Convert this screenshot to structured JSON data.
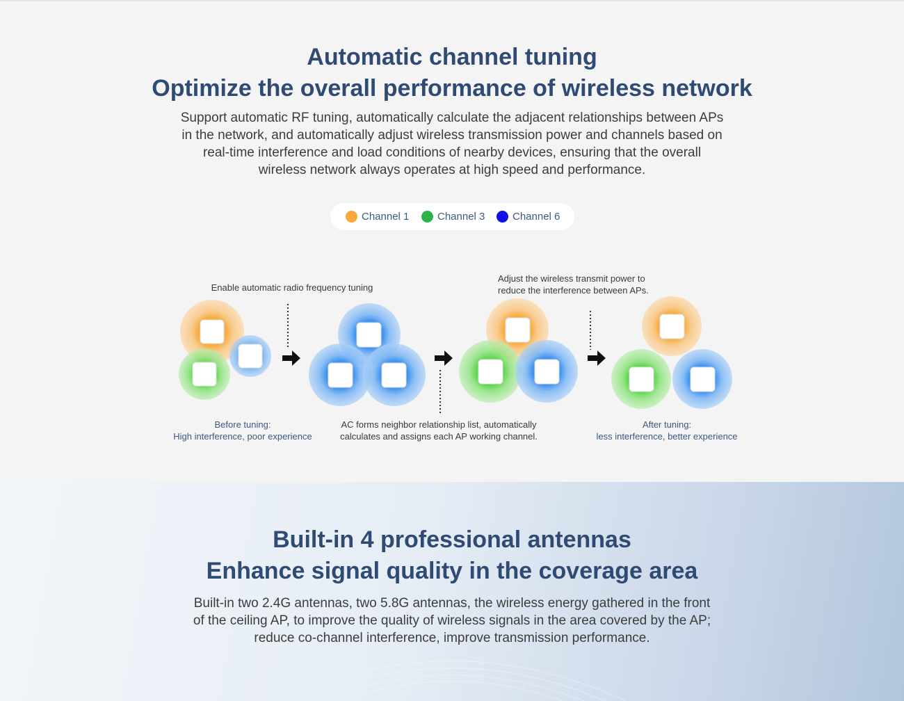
{
  "section1": {
    "title_line1": "Automatic channel tuning",
    "title_line2": "Optimize the overall performance of wireless network",
    "desc_line1": "Support automatic RF tuning, automatically calculate the adjacent relationships between APs",
    "desc_line2": "in the network, and automatically adjust wireless transmission power and channels based on",
    "desc_line3": "real-time interference and load conditions of nearby devices, ensuring that the overall",
    "desc_line4": "wireless network always operates at high speed and performance."
  },
  "legend": [
    {
      "label": "Channel 1",
      "color": "#f9a93a"
    },
    {
      "label": "Channel 3",
      "color": "#2db34a"
    },
    {
      "label": "Channel 6",
      "color": "#1111e8"
    }
  ],
  "diagram": {
    "step1_label": "Enable automatic radio frequency tuning",
    "before_line1": "Before tuning:",
    "before_line2": "High interference, poor experience",
    "ac_line1": "AC forms neighbor relationship list, automatically",
    "ac_line2": "calculates and assigns each AP working channel.",
    "adjust_line1": "Adjust the wireless transmit power to",
    "adjust_line2": "reduce the interference between APs.",
    "after_line1": "After tuning:",
    "after_line2": "less interference, better experience"
  },
  "section2": {
    "title_line1": "Built-in 4 professional antennas",
    "title_line2": "Enhance signal quality in the coverage area",
    "desc_line1": "Built-in two 2.4G antennas, two 5.8G antennas, the wireless energy gathered in the front",
    "desc_line2": "of the ceiling AP, to improve the quality of wireless signals in the area covered by the AP;",
    "desc_line3": "reduce co-channel interference, improve transmission performance."
  },
  "colors": {
    "title": "#2f4a73",
    "orange": "#f9a93a",
    "green": "#5ad64a",
    "blue": "#3a8ff0"
  }
}
